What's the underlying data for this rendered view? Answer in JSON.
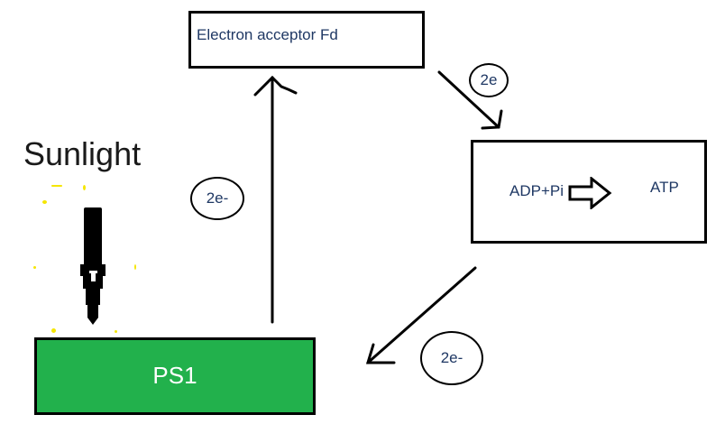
{
  "diagram": {
    "title_label": "Sunlight",
    "nodes": {
      "electron_acceptor": "Electron acceptor Fd",
      "atp_synthesis": {
        "reactant": "ADP+Pi",
        "product": "ATP"
      },
      "photosystem": "PS1"
    },
    "electron_labels": {
      "acceptor_to_atp": "2e",
      "ps1_to_acceptor": "2e-",
      "atp_to_ps1": "2e-"
    },
    "colors": {
      "ps1_fill": "#22b14c",
      "ps1_text": "#ffffff",
      "label_text": "#1f3864",
      "stroke": "#000000",
      "sunlight_sparkle": "#f5e600"
    }
  }
}
